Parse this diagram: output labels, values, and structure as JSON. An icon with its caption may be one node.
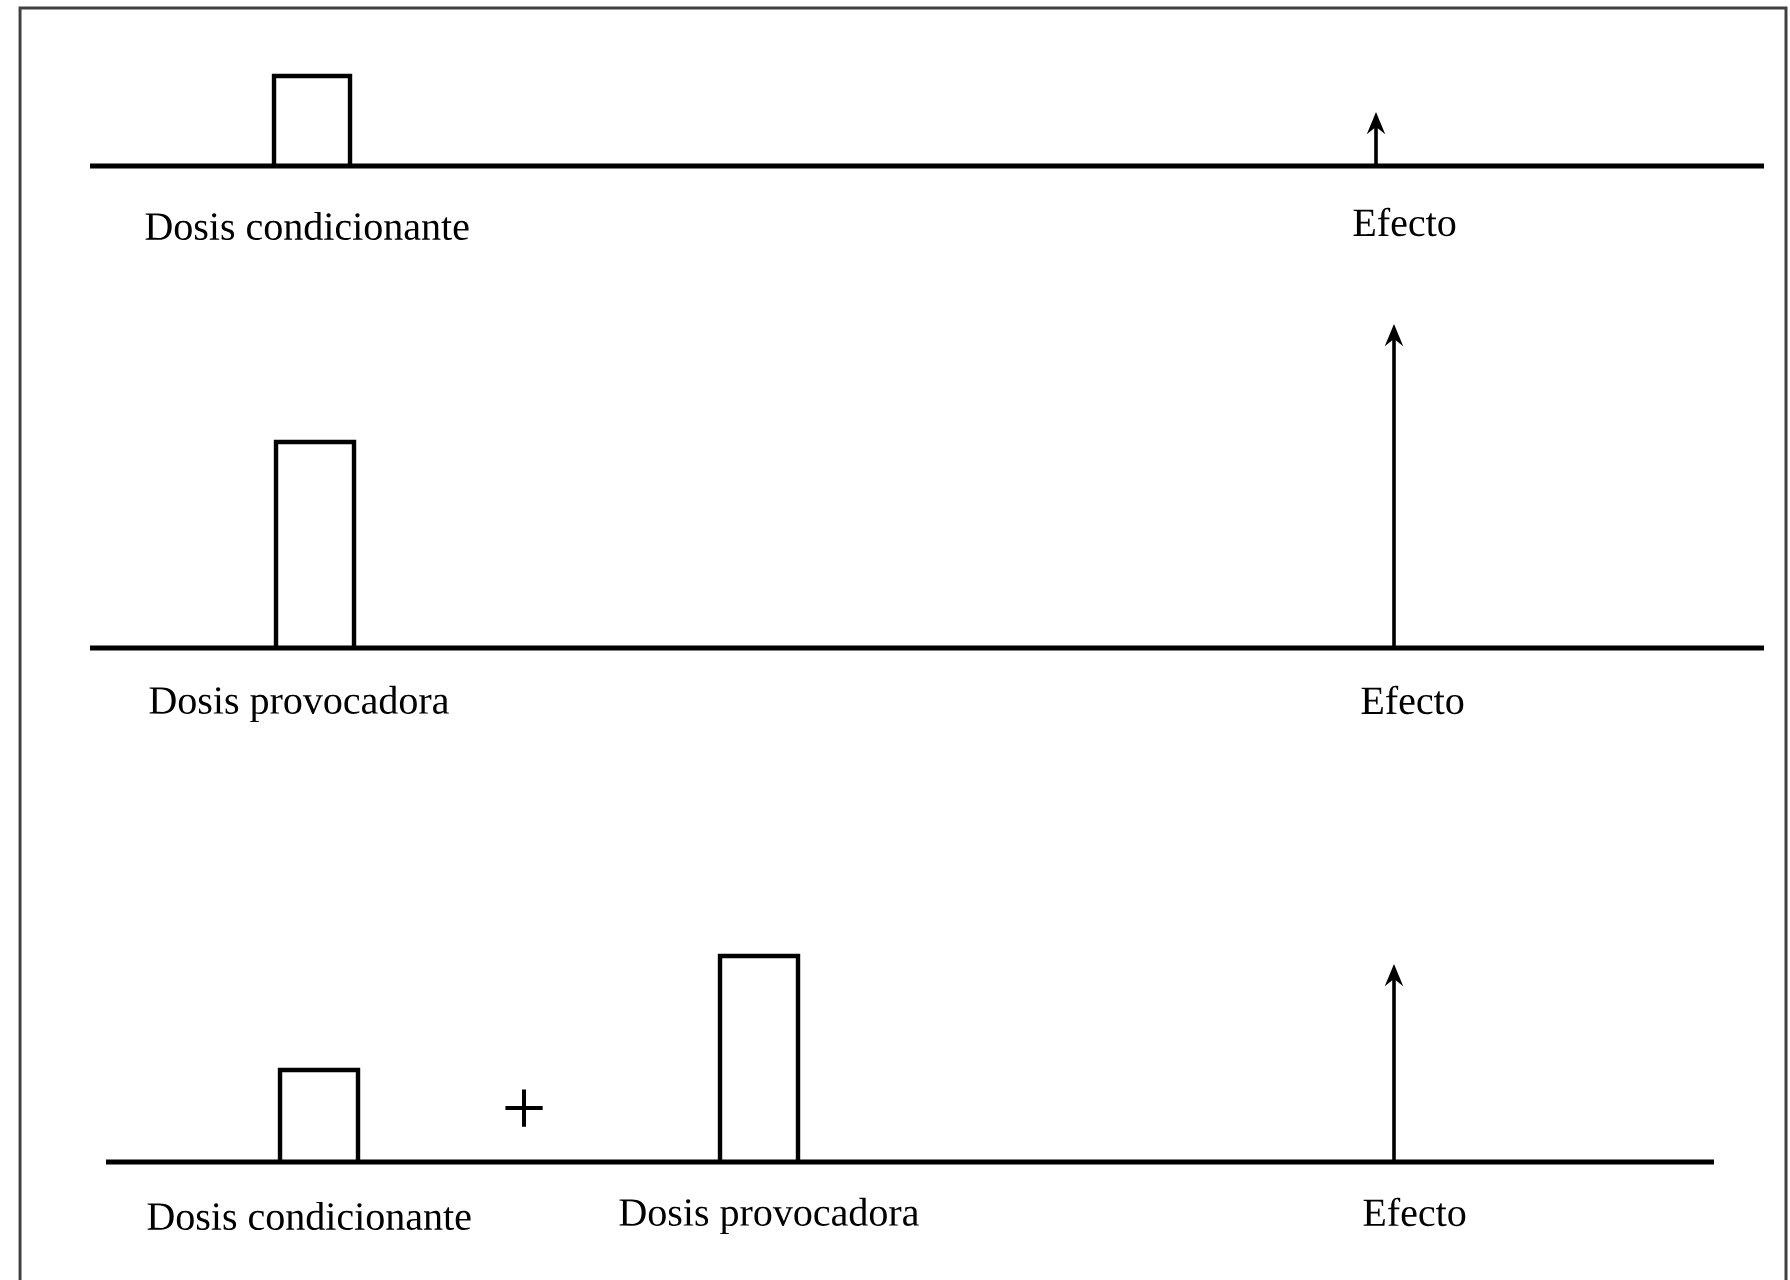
{
  "diagram": {
    "labels": [
      "Dosis condicionante",
      "Efecto",
      "Dosis provocadora",
      "Efecto",
      "+",
      "Dosis condicionante",
      "Dosis provocadora",
      "Efecto"
    ]
  }
}
